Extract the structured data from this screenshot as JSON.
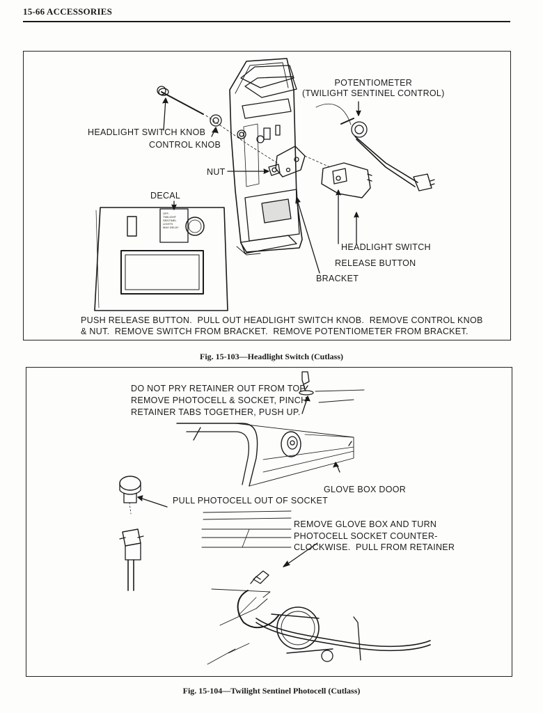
{
  "header": {
    "text": "15-66  ACCESSORIES"
  },
  "fig1": {
    "caption": "Fig. 15-103—Headlight Switch (Cutlass)",
    "labels": {
      "potentiometer": "POTENTIOMETER\n(TWILIGHT SENTINEL CONTROL)",
      "headlight_knob": "HEADLIGHT SWITCH KNOB",
      "control_knob": "CONTROL KNOB",
      "nut": "NUT",
      "decal": "DECAL",
      "headlight_switch": "HEADLIGHT SWITCH",
      "release_button": "RELEASE BUTTON",
      "bracket": "BRACKET"
    },
    "decal_text": "OFF-\nTWILIGHT\nSENTINEL\nLIGHTS\nMAX DELAY",
    "instructions": "PUSH RELEASE BUTTON.  PULL OUT HEADLIGHT SWITCH KNOB.  REMOVE CONTROL KNOB\n& NUT.  REMOVE SWITCH FROM BRACKET.  REMOVE POTENTIOMETER FROM BRACKET."
  },
  "fig2": {
    "caption": "Fig. 15-104—Twilight Sentinel Photocell (Cutlass)",
    "labels": {
      "do_not_pry": "DO NOT PRY RETAINER OUT FROM TOP.\nREMOVE PHOTOCELL & SOCKET, PINCH\nRETAINER TABS TOGETHER, PUSH UP.",
      "pull_photocell": "PULL PHOTOCELL OUT OF SOCKET",
      "glove_box_door": "GLOVE BOX DOOR",
      "remove_glove_box": "REMOVE GLOVE BOX AND TURN\nPHOTOCELL SOCKET COUNTER-\nCLOCKWISE.  PULL FROM RETAINER"
    }
  }
}
